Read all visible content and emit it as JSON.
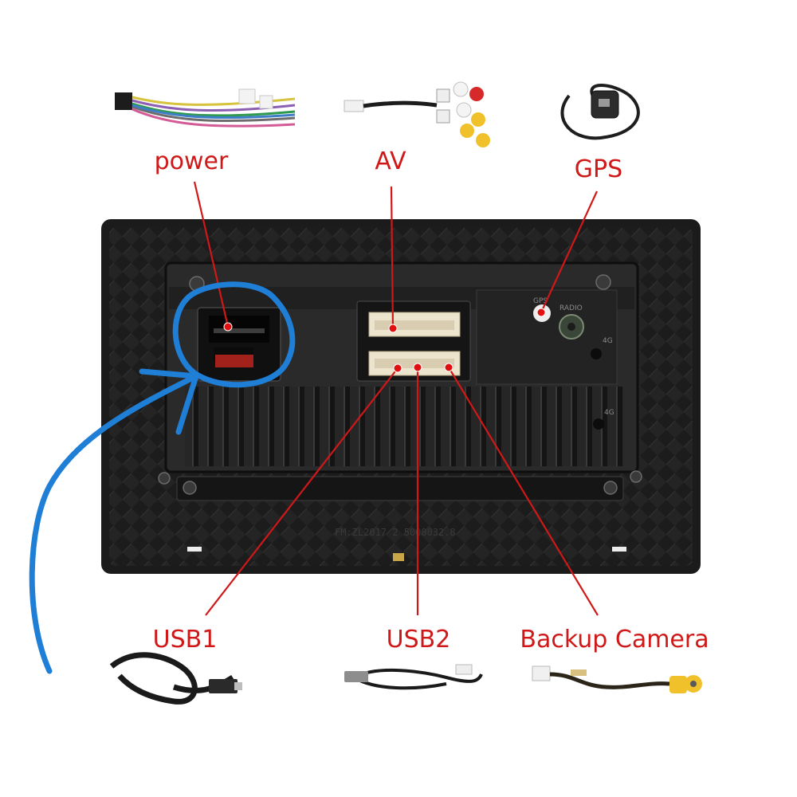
{
  "labels": {
    "power": "power",
    "av": "AV",
    "gps": "GPS",
    "usb1": "USB1",
    "usb2": "USB2",
    "backup_camera": "Backup Camera"
  },
  "unit_markings": {
    "gps_port": "GPS",
    "radio_port": "RADIO",
    "port_4g_top": "4G",
    "port_4g_bottom": "4G",
    "serial_stamp": "FM:ZL2017 2 5000032.8"
  },
  "colors": {
    "label_red": "#d01818",
    "highlight_blue": "#1f7fd6",
    "housing": "#1b1b1b",
    "connector_cream": "#ede4cd"
  },
  "icons": {
    "power_cable": "power-harness-icon",
    "av_cable": "rca-av-cable-icon",
    "gps_antenna": "gps-antenna-icon",
    "usb1_cable": "usb-cable-icon",
    "usb2_cable": "usb-cable-icon",
    "camera_cable": "rca-camera-cable-icon"
  }
}
